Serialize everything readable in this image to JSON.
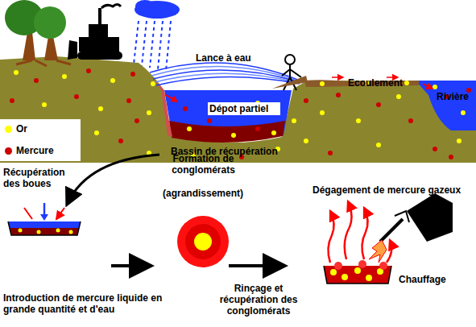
{
  "diagram": {
    "labels": [
      "Lance à eau",
      "Dépot partiel",
      "Ecoulement",
      "Rivière",
      "Bassin de récupération",
      "Récupération des boues",
      "Formation de conglomérats",
      "(agrandissement)",
      "Dégagement de mercure gazeux",
      "Introduction de mercure liquide en grande quantité et d'eau",
      "Rinçage et récupération des conglomérats",
      "Chauffage"
    ],
    "legend": [
      {
        "text": "Or",
        "color": "#ffff00"
      },
      {
        "text": "Mercure",
        "color": "#cc0000"
      }
    ]
  }
}
